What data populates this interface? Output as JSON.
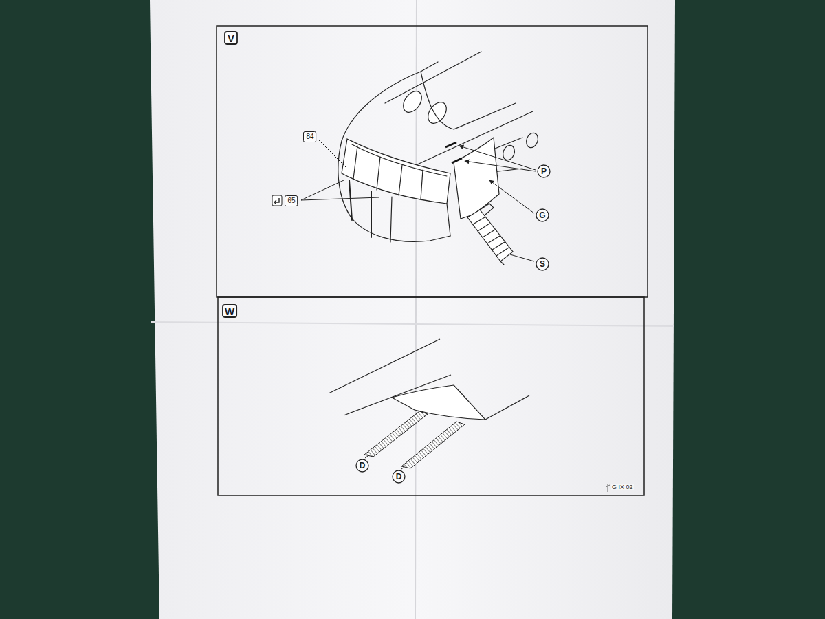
{
  "diagram": {
    "nodes": [
      {
        "text": [
          "V"
        ]
      },
      {
        "text": [
          "84"
        ]
      },
      {
        "text": [
          "65"
        ]
      },
      {
        "text": [
          "P"
        ]
      },
      {
        "text": [
          "G"
        ]
      },
      {
        "text": [
          "S"
        ]
      },
      {
        "text": [
          "W"
        ]
      },
      {
        "text": [
          "D"
        ]
      },
      {
        "text": [
          "D"
        ]
      }
    ],
    "labels": [
      "G IX 02"
    ]
  }
}
